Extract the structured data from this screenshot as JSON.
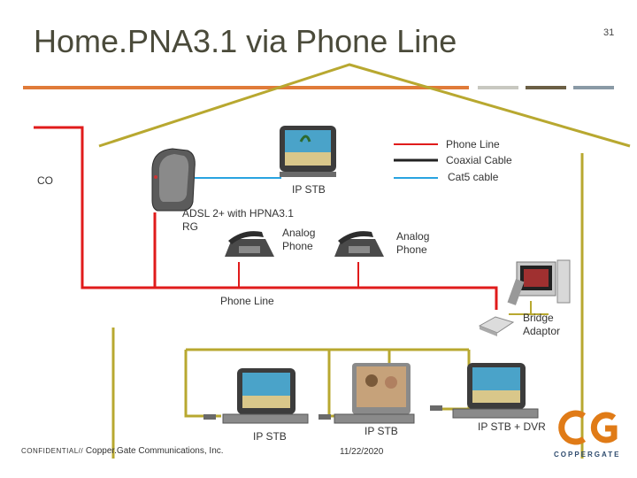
{
  "title": "Home.PNA3.1 via Phone Line",
  "page_number": "31",
  "header_bar_colors": [
    "#e07b39",
    "#c8c8c0",
    "#6b5f45",
    "#8a9aa6"
  ],
  "legend": [
    {
      "label": "Phone Line",
      "color": "#e01b1b"
    },
    {
      "label": "Coaxial Cable",
      "color": "#222222"
    },
    {
      "label": "Cat5 cable",
      "color": "#29a3e0"
    }
  ],
  "labels": {
    "co": "CO",
    "ip_stb_top": "IP STB",
    "rg_line1": "ADSL 2+ with HPNA3.1",
    "rg_line2": "RG",
    "analog_phone_1_line1": "Analog",
    "analog_phone_1_line2": "Phone",
    "analog_phone_2_line1": "Analog",
    "analog_phone_2_line2": "Phone",
    "phone_line": "Phone Line",
    "bridge_line1": "Bridge",
    "bridge_line2": "Adaptor",
    "ip_stb_left": "IP STB",
    "ip_stb_mid": "IP STB",
    "ip_stb_dvr": "IP STB + DVR"
  },
  "footer": {
    "confidential": "CONFIDENTIAL//",
    "company": "Copper.Gate Communications, Inc.",
    "date": "11/22/2020",
    "logo_text": "COPPERGATE"
  },
  "colors": {
    "phone_line": "#e01b1b",
    "house_outline": "#b8a830",
    "coax": "#222222",
    "cat5": "#29a3e0"
  }
}
